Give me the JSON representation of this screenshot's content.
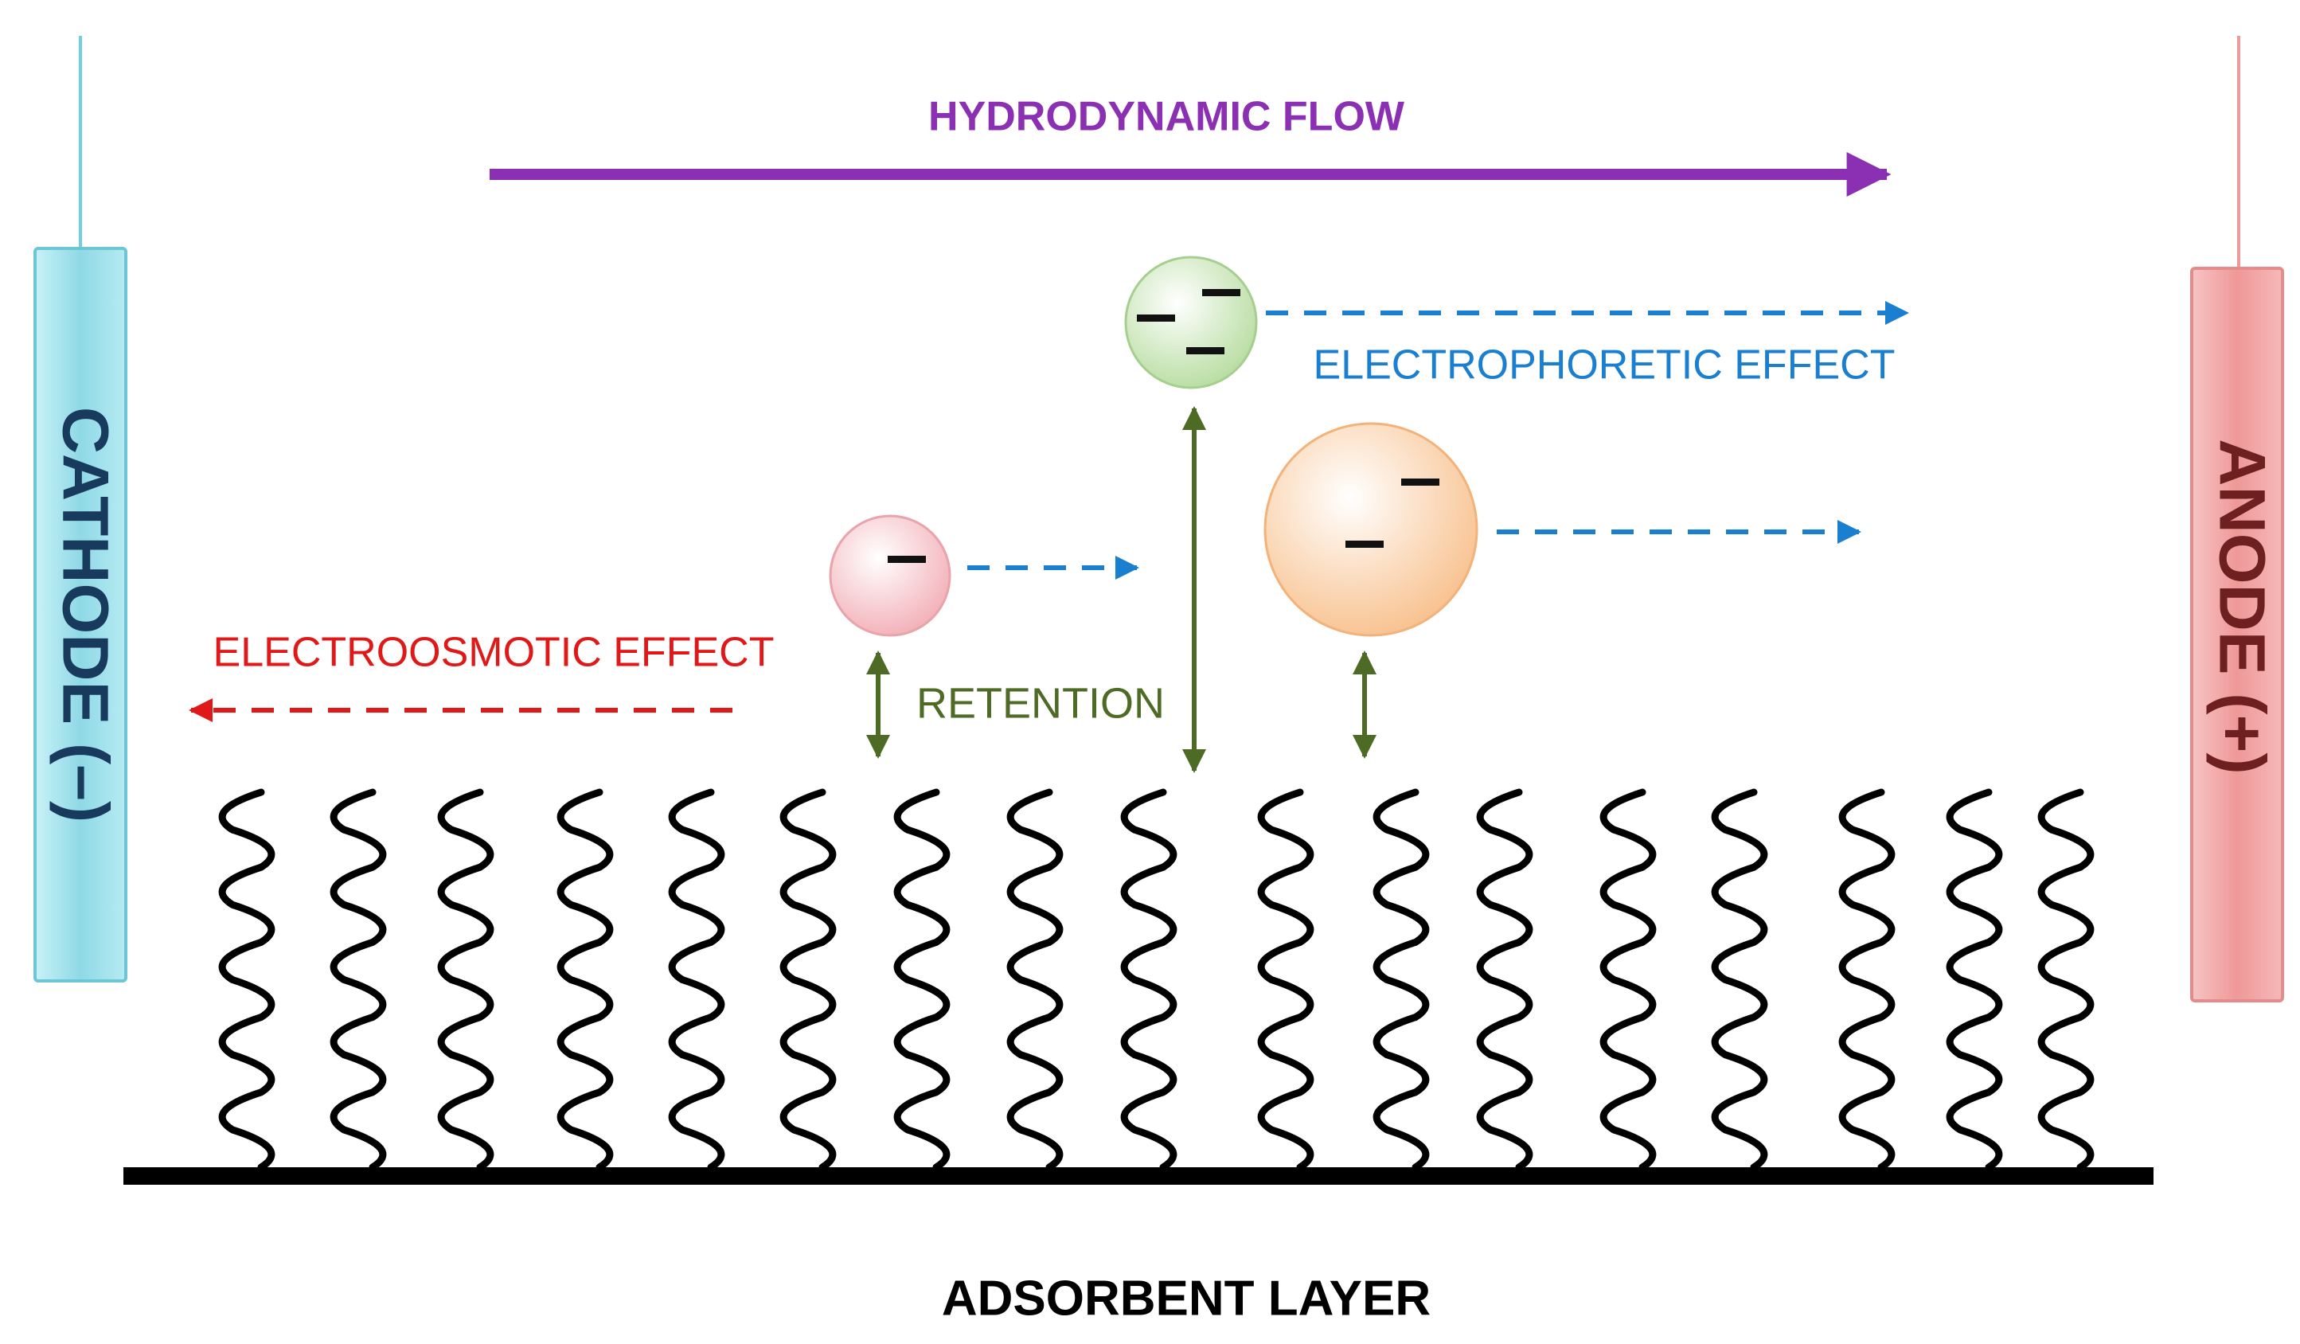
{
  "labels": {
    "hydrodynamic_flow": "HYDRODYNAMIC FLOW",
    "electrophoretic_effect": "ELECTROPHORETIC EFFECT",
    "electroosmotic_effect": "ELECTROOSMOTIC EFFECT",
    "retention": "RETENTION",
    "adsorbent_layer": "ADSORBENT LAYER",
    "cathode": "CATHODE (–)",
    "anode": "ANODE (+)"
  },
  "colors": {
    "hydrodynamic": "#8b2fb3",
    "electrophoretic": "#1a7fd1",
    "electroosmotic": "#e01818",
    "retention": "#4e6b26",
    "cathode_fill": "#9ddfe9",
    "cathode_text": "#183a5c",
    "anode_fill": "#f4a7a7",
    "anode_text": "#6e1f1f",
    "chains": "#000000",
    "particle_small": "#f6c3c8",
    "particle_top": "#cbe7b9",
    "particle_large": "#fbd2ad"
  },
  "particles": [
    {
      "name": "small",
      "charge": "–"
    },
    {
      "name": "top",
      "charge": "– – –"
    },
    {
      "name": "large",
      "charge": "– –"
    }
  ],
  "chain_count": 17
}
